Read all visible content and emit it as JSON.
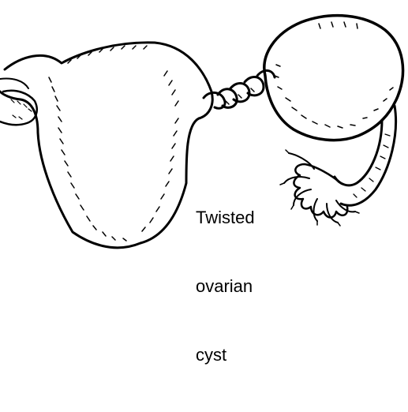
{
  "diagram": {
    "label_lines": [
      "Twisted",
      "ovarian",
      "cyst"
    ],
    "ink_color": "#000000",
    "background": "#ffffff",
    "elements": [
      "uterus",
      "ligament-stub",
      "twisted-pedicle",
      "ovarian-cyst",
      "fallopian-tube",
      "fimbriae"
    ]
  }
}
